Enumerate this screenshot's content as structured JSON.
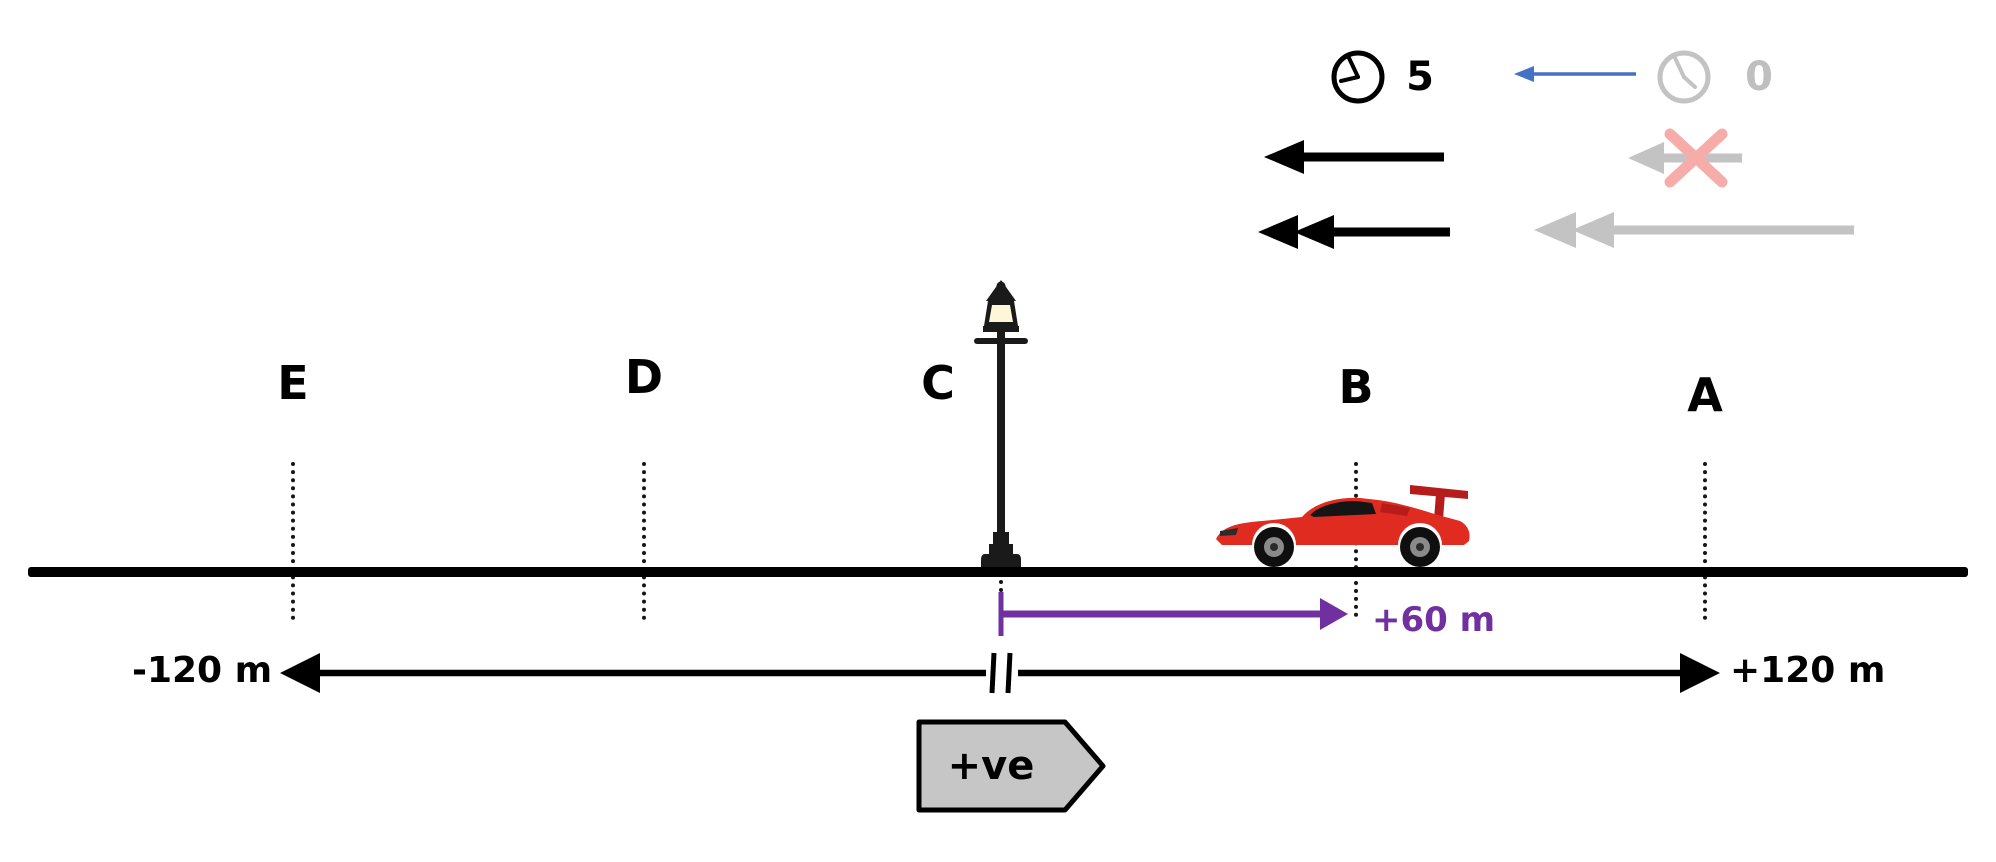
{
  "diagram": {
    "points": [
      {
        "label": "E"
      },
      {
        "label": "D"
      },
      {
        "label": "C"
      },
      {
        "label": "B"
      },
      {
        "label": "A"
      }
    ],
    "axis": {
      "left_label": "-120 m",
      "right_label": "+120 m"
    },
    "displacement": {
      "label": "+60 m"
    },
    "direction_sign": {
      "label": "+ve"
    }
  },
  "legend": {
    "current_time": "5",
    "initial_time": "0"
  },
  "icons": {
    "current_clock": "clock-icon",
    "previous_clock": "faded-clock-icon",
    "transition": "blue-left-arrow-icon",
    "velocity": "left-arrow-icon",
    "velocity_cancelled": "crossed-left-arrow-icon",
    "acceleration": "double-left-arrow-icon",
    "scene": [
      "lamppost-icon",
      "race-car-icon"
    ]
  },
  "colors": {
    "displacement_purple": "#7030A0",
    "transition_blue": "#4472C4",
    "faded_gray": "#C3C3C3",
    "cross_pink": "#F6ACA9",
    "car_red": "#E02B20",
    "line_black": "#000000"
  }
}
